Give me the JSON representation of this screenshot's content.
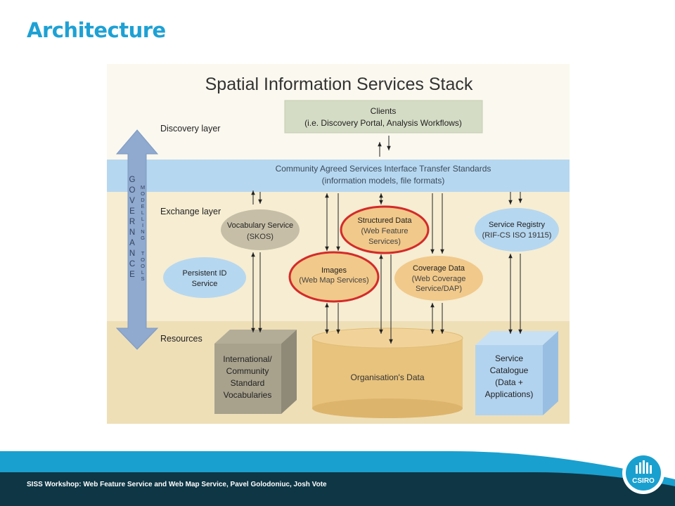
{
  "slide": {
    "title": "Architecture",
    "footer": "SISS Workshop: Web Feature Service and Web Map Service, Pavel Golodoniuc, Josh Vote",
    "logo_text": "CSIRO"
  },
  "diagram": {
    "title": "Spatial Information Services Stack",
    "layers": {
      "discovery": "Discovery layer",
      "exchange": "Exchange layer",
      "resources": "Resources"
    },
    "clients": {
      "line1": "Clients",
      "line2": "(i.e. Discovery Portal, Analysis Workflows)"
    },
    "standards": {
      "line1": "Community Agreed Services Interface Transfer Standards",
      "line2": "(information models, file formats)"
    },
    "governance": [
      "G",
      "O",
      "V",
      "E",
      "R",
      "N",
      "A",
      "N",
      "C",
      "E"
    ],
    "modelling_tools": [
      "M",
      "O",
      "D",
      "E",
      "L",
      "L",
      "I",
      "N",
      "G",
      "",
      "T",
      "O",
      "O",
      "L",
      "S"
    ],
    "vocabulary_service": {
      "line1": "Vocabulary Service",
      "line2": "(SKOS)"
    },
    "persistent_id": {
      "line1": "Persistent ID",
      "line2": "Service"
    },
    "structured_data": {
      "line1": "Structured Data",
      "line2": "(Web Feature",
      "line3": "Services)"
    },
    "images": {
      "line1": "Images",
      "line2": "(Web Map Services)"
    },
    "coverage_data": {
      "line1": "Coverage Data",
      "line2": "(Web Coverage",
      "line3": "Service/DAP)"
    },
    "service_registry": {
      "line1": "Service Registry",
      "line2": "(RIF-CS ISO 19115)"
    },
    "vocabularies_box": {
      "line1": "International/",
      "line2": "Community",
      "line3": "Standard",
      "line4": "Vocabularies"
    },
    "org_data": "Organisation's Data",
    "service_catalogue": {
      "line1": "Service",
      "line2": "Catalogue",
      "line3": "(Data +",
      "line4": "Applications)"
    }
  },
  "colors": {
    "title": "#1ea1d4",
    "standards_band": "#b6d7f0",
    "highlight_ring": "#d42a2a",
    "footer_dark": "#0f3645",
    "footer_teal": "#1aa0cf"
  }
}
